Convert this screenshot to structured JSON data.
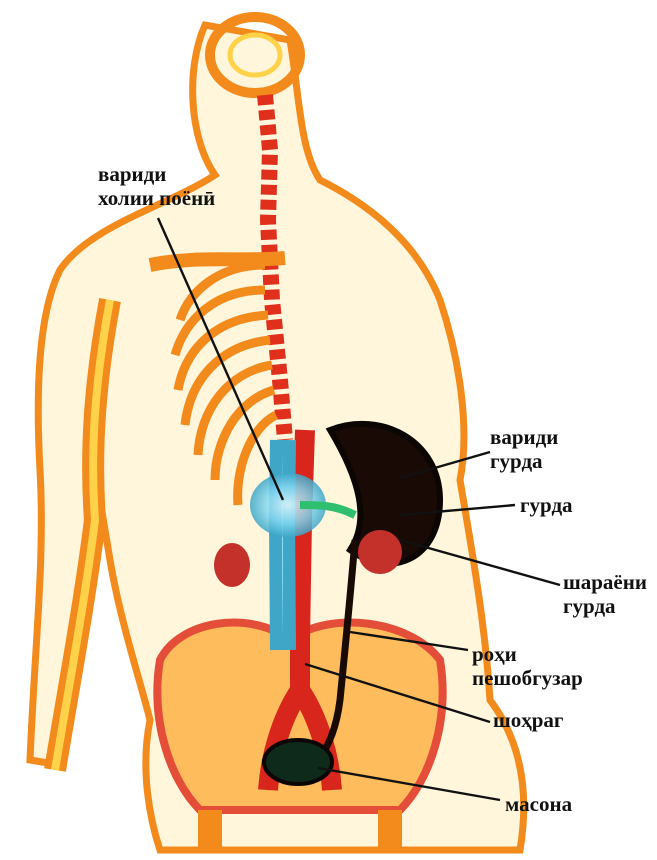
{
  "colors": {
    "background": "#ffffff",
    "bone_orange": "#f28a1c",
    "bone_light": "#ffd24a",
    "vessel_red": "#d8261d",
    "kidney_dark": "#1a0a06",
    "vein_blue": "#7fd6ef",
    "line": "#111111"
  },
  "labels": {
    "ivc": {
      "line1": "вариди",
      "line2": "холии поёнӣ"
    },
    "renal_vein": {
      "line1": "вариди",
      "line2": "гурда"
    },
    "kidney": {
      "line1": "гурда"
    },
    "renal_artery": {
      "line1": "шараёни",
      "line2": "гурда"
    },
    "ureter": {
      "line1": "роҳи",
      "line2": "пешобгузар"
    },
    "aorta": {
      "line1": "шоҳраг"
    },
    "bladder": {
      "line1": "масона"
    }
  }
}
